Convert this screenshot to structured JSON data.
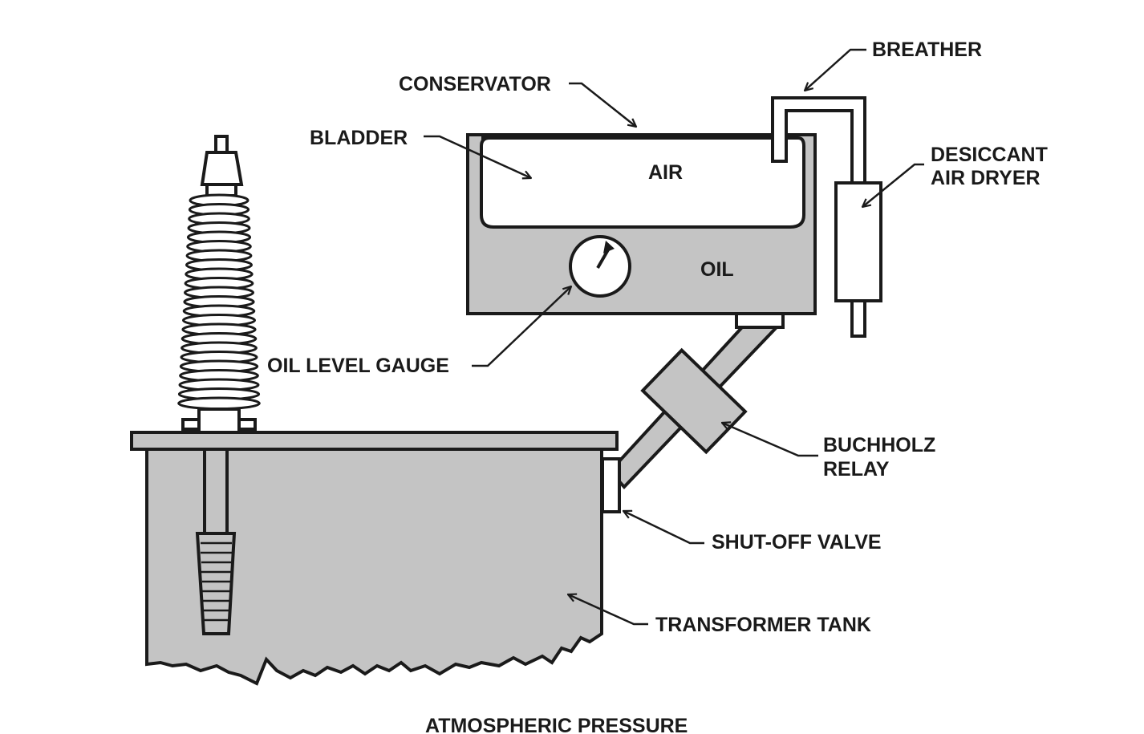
{
  "labels": {
    "conservator": "CONSERVATOR",
    "breather": "BREATHER",
    "bladder": "BLADDER",
    "air": "AIR",
    "desiccant_line1": "DESICCANT",
    "desiccant_line2": "AIR DRYER",
    "oil": "OIL",
    "oil_level_gauge": "OIL LEVEL GAUGE",
    "buchholz_line1": "BUCHHOLZ",
    "buchholz_line2": "RELAY",
    "shut_off_valve": "SHUT-OFF VALVE",
    "transformer_tank": "TRANSFORMER TANK",
    "caption": "ATMOSPHERIC PRESSURE"
  },
  "colors": {
    "fill_gray": "#c4c4c4",
    "line": "#1a1a1a",
    "background": "#ffffff"
  }
}
